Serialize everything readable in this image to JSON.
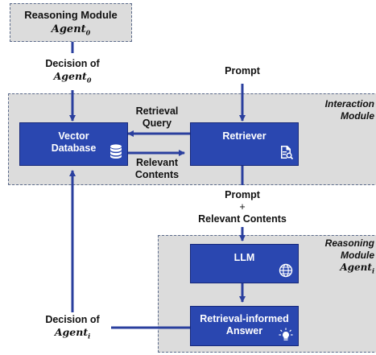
{
  "top_module": {
    "title": "Reasoning Module",
    "agent": "Agent",
    "agent_sub": "0"
  },
  "interaction_module": {
    "title_line1": "Interaction",
    "title_line2": "Module"
  },
  "reasoning_module_i": {
    "title_line1": "Reasoning",
    "title_line2": "Module",
    "agent": "Agent",
    "agent_sub": "i"
  },
  "nodes": {
    "vector_db_line1": "Vector",
    "vector_db_line2": "Database",
    "retriever": "Retriever",
    "llm": "LLM",
    "answer_line1": "Retrieval-informed",
    "answer_line2": "Answer"
  },
  "edges": {
    "decision_0_line1": "Decision of",
    "decision_0_agent": "Agent",
    "decision_0_sub": "0",
    "prompt_in": "Prompt",
    "retrieval_query_line1": "Retrieval",
    "retrieval_query_line2": "Query",
    "relevant_contents_line1": "Relevant",
    "relevant_contents_line2": "Contents",
    "prompt_plus_line1": "Prompt",
    "prompt_plus_line2": "+",
    "prompt_plus_line3": "Relevant Contents",
    "decision_i_line1": "Decision of",
    "decision_i_agent": "Agent",
    "decision_i_sub": "i"
  },
  "icons": {
    "database": "database-icon",
    "document_search": "document-search-icon",
    "globe": "globe-icon",
    "lightbulb": "lightbulb-icon"
  },
  "colors": {
    "box_fill": "#2a47b0",
    "region_fill": "#dcdcdc",
    "arrow": "#2a3f9e"
  }
}
